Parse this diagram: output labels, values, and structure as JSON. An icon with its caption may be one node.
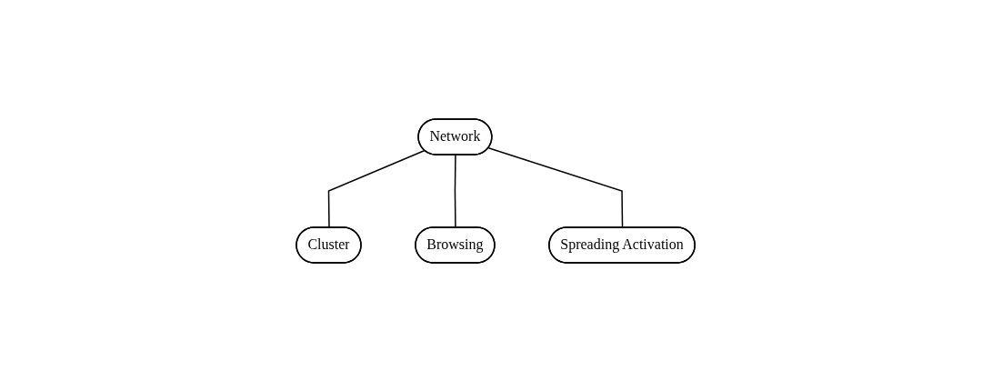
{
  "diagram": {
    "nodes": [
      {
        "text": [
          "Network"
        ]
      },
      {
        "text": [
          "Cluster"
        ]
      },
      {
        "text": [
          "Browsing"
        ]
      },
      {
        "text": [
          "Spreading Activation"
        ]
      }
    ],
    "edges": [
      {
        "from": 0,
        "to": 1,
        "arrow": "none"
      },
      {
        "from": 0,
        "to": 2,
        "arrow": "none"
      },
      {
        "from": 0,
        "to": 3,
        "arrow": "none"
      }
    ]
  }
}
